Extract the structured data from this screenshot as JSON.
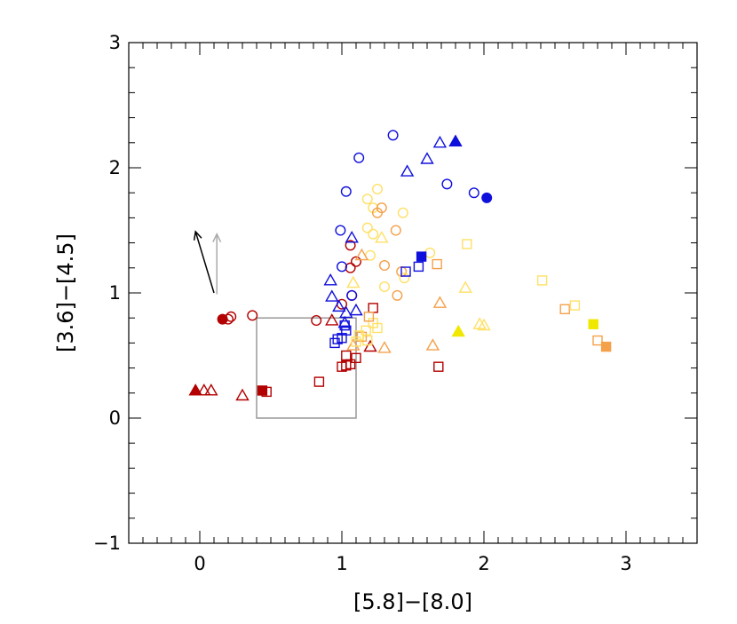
{
  "chart_data": {
    "type": "scatter",
    "xlabel": "[5.8]−[8.0]",
    "ylabel": "[3.6]−[4.5]",
    "xlim": [
      -0.5,
      3.5
    ],
    "ylim": [
      -1,
      3
    ],
    "x_ticks": [
      0,
      1,
      2,
      3
    ],
    "y_ticks": [
      -1,
      0,
      1,
      2,
      3
    ],
    "x_tick_labels": [
      "0",
      "1",
      "2",
      "3"
    ],
    "y_tick_labels": [
      "−1",
      "0",
      "1",
      "2",
      "3"
    ],
    "grid": false,
    "colors": {
      "darkred": "#b30000",
      "orange": "#f5a04a",
      "lightyellow": "#ffe066",
      "yellow": "#f0e800",
      "blue": "#1010dd",
      "box": "#999999"
    },
    "box_region": {
      "x": [
        0.4,
        1.1
      ],
      "y": [
        0.0,
        0.8
      ]
    },
    "reddening_vectors": [
      {
        "color": "#000000",
        "from": [
          0.1,
          1.0
        ],
        "to": [
          -0.03,
          1.49
        ]
      },
      {
        "color": "#aaaaaa",
        "from": [
          0.12,
          0.99
        ],
        "to": [
          0.12,
          1.47
        ]
      }
    ],
    "points": [
      {
        "x": -0.03,
        "y": 0.22,
        "shape": "triangle",
        "filled": true,
        "color": "#b30000"
      },
      {
        "x": 0.03,
        "y": 0.22,
        "shape": "triangle",
        "filled": false,
        "color": "#b30000"
      },
      {
        "x": 0.08,
        "y": 0.22,
        "shape": "triangle",
        "filled": false,
        "color": "#b30000"
      },
      {
        "x": 0.3,
        "y": 0.18,
        "shape": "triangle",
        "filled": false,
        "color": "#b30000"
      },
      {
        "x": 0.16,
        "y": 0.79,
        "shape": "circle",
        "filled": true,
        "color": "#b30000"
      },
      {
        "x": 0.2,
        "y": 0.79,
        "shape": "circle",
        "filled": false,
        "color": "#b30000"
      },
      {
        "x": 0.22,
        "y": 0.81,
        "shape": "circle",
        "filled": false,
        "color": "#b30000"
      },
      {
        "x": 0.37,
        "y": 0.82,
        "shape": "circle",
        "filled": false,
        "color": "#b30000"
      },
      {
        "x": 0.82,
        "y": 0.78,
        "shape": "circle",
        "filled": false,
        "color": "#b30000"
      },
      {
        "x": 0.44,
        "y": 0.22,
        "shape": "square",
        "filled": true,
        "color": "#b30000"
      },
      {
        "x": 0.47,
        "y": 0.21,
        "shape": "square",
        "filled": false,
        "color": "#b30000"
      },
      {
        "x": 0.84,
        "y": 0.29,
        "shape": "square",
        "filled": false,
        "color": "#b30000"
      },
      {
        "x": 1.0,
        "y": 0.41,
        "shape": "square",
        "filled": false,
        "color": "#b30000"
      },
      {
        "x": 1.03,
        "y": 0.42,
        "shape": "square",
        "filled": false,
        "color": "#b30000"
      },
      {
        "x": 1.06,
        "y": 0.43,
        "shape": "square",
        "filled": false,
        "color": "#b30000"
      },
      {
        "x": 1.03,
        "y": 0.5,
        "shape": "square",
        "filled": false,
        "color": "#b30000"
      },
      {
        "x": 1.1,
        "y": 0.48,
        "shape": "square",
        "filled": false,
        "color": "#b30000"
      },
      {
        "x": 1.22,
        "y": 0.88,
        "shape": "square",
        "filled": false,
        "color": "#b30000"
      },
      {
        "x": 1.68,
        "y": 0.41,
        "shape": "square",
        "filled": false,
        "color": "#b30000"
      },
      {
        "x": 0.93,
        "y": 0.78,
        "shape": "triangle",
        "filled": false,
        "color": "#b30000"
      },
      {
        "x": 1.2,
        "y": 0.57,
        "shape": "triangle",
        "filled": false,
        "color": "#b30000"
      },
      {
        "x": 1.06,
        "y": 1.38,
        "shape": "circle",
        "filled": false,
        "color": "#b30000"
      },
      {
        "x": 1.1,
        "y": 1.25,
        "shape": "circle",
        "filled": false,
        "color": "#b30000"
      },
      {
        "x": 1.06,
        "y": 1.2,
        "shape": "circle",
        "filled": false,
        "color": "#b30000"
      },
      {
        "x": 1.07,
        "y": 0.98,
        "shape": "circle",
        "filled": false,
        "color": "#b30000"
      },
      {
        "x": 1.0,
        "y": 0.91,
        "shape": "circle",
        "filled": false,
        "color": "#b30000"
      },
      {
        "x": 1.18,
        "y": 1.75,
        "shape": "circle",
        "filled": false,
        "color": "#ffe066"
      },
      {
        "x": 1.25,
        "y": 1.83,
        "shape": "circle",
        "filled": false,
        "color": "#ffe066"
      },
      {
        "x": 1.22,
        "y": 1.68,
        "shape": "circle",
        "filled": false,
        "color": "#ffe066"
      },
      {
        "x": 1.18,
        "y": 1.52,
        "shape": "circle",
        "filled": false,
        "color": "#ffe066"
      },
      {
        "x": 1.22,
        "y": 1.47,
        "shape": "circle",
        "filled": false,
        "color": "#ffe066"
      },
      {
        "x": 1.2,
        "y": 1.3,
        "shape": "circle",
        "filled": false,
        "color": "#ffe066"
      },
      {
        "x": 1.3,
        "y": 1.05,
        "shape": "circle",
        "filled": false,
        "color": "#ffe066"
      },
      {
        "x": 1.28,
        "y": 1.68,
        "shape": "circle",
        "filled": false,
        "color": "#f5a04a"
      },
      {
        "x": 1.25,
        "y": 1.64,
        "shape": "circle",
        "filled": false,
        "color": "#f5a04a"
      },
      {
        "x": 1.43,
        "y": 1.64,
        "shape": "circle",
        "filled": false,
        "color": "#ffe066"
      },
      {
        "x": 1.38,
        "y": 1.5,
        "shape": "circle",
        "filled": false,
        "color": "#f5a04a"
      },
      {
        "x": 1.3,
        "y": 1.22,
        "shape": "circle",
        "filled": false,
        "color": "#f5a04a"
      },
      {
        "x": 1.42,
        "y": 1.17,
        "shape": "circle",
        "filled": false,
        "color": "#f5a04a"
      },
      {
        "x": 1.44,
        "y": 1.12,
        "shape": "circle",
        "filled": false,
        "color": "#ffe066"
      },
      {
        "x": 1.39,
        "y": 0.98,
        "shape": "circle",
        "filled": false,
        "color": "#f5a04a"
      },
      {
        "x": 1.62,
        "y": 1.32,
        "shape": "circle",
        "filled": false,
        "color": "#ffe066"
      },
      {
        "x": 1.14,
        "y": 1.3,
        "shape": "triangle",
        "filled": false,
        "color": "#f5a04a"
      },
      {
        "x": 1.08,
        "y": 1.08,
        "shape": "triangle",
        "filled": false,
        "color": "#ffe066"
      },
      {
        "x": 1.28,
        "y": 1.44,
        "shape": "triangle",
        "filled": false,
        "color": "#ffe066"
      },
      {
        "x": 1.08,
        "y": 0.58,
        "shape": "triangle",
        "filled": false,
        "color": "#f5a04a"
      },
      {
        "x": 1.3,
        "y": 0.56,
        "shape": "triangle",
        "filled": false,
        "color": "#f5a04a"
      },
      {
        "x": 1.69,
        "y": 0.92,
        "shape": "triangle",
        "filled": false,
        "color": "#f5a04a"
      },
      {
        "x": 1.64,
        "y": 0.58,
        "shape": "triangle",
        "filled": false,
        "color": "#f5a04a"
      },
      {
        "x": 1.87,
        "y": 1.04,
        "shape": "triangle",
        "filled": false,
        "color": "#ffe066"
      },
      {
        "x": 1.97,
        "y": 0.75,
        "shape": "triangle",
        "filled": false,
        "color": "#ffe066"
      },
      {
        "x": 2.0,
        "y": 0.74,
        "shape": "triangle",
        "filled": false,
        "color": "#ffe066"
      },
      {
        "x": 1.82,
        "y": 0.69,
        "shape": "triangle",
        "filled": true,
        "color": "#f0e800"
      },
      {
        "x": 1.18,
        "y": 0.62,
        "shape": "square",
        "filled": false,
        "color": "#ffe066"
      },
      {
        "x": 1.14,
        "y": 0.65,
        "shape": "square",
        "filled": false,
        "color": "#f5a04a"
      },
      {
        "x": 1.17,
        "y": 0.7,
        "shape": "square",
        "filled": false,
        "color": "#ffe066"
      },
      {
        "x": 1.22,
        "y": 0.76,
        "shape": "square",
        "filled": false,
        "color": "#ffe066"
      },
      {
        "x": 1.19,
        "y": 0.81,
        "shape": "square",
        "filled": false,
        "color": "#f5a04a"
      },
      {
        "x": 1.25,
        "y": 0.72,
        "shape": "square",
        "filled": false,
        "color": "#ffe066"
      },
      {
        "x": 1.1,
        "y": 0.61,
        "shape": "square",
        "filled": false,
        "color": "#ffe066"
      },
      {
        "x": 1.12,
        "y": 0.66,
        "shape": "square",
        "filled": false,
        "color": "#ffe066"
      },
      {
        "x": 1.67,
        "y": 1.23,
        "shape": "square",
        "filled": false,
        "color": "#f5a04a"
      },
      {
        "x": 1.88,
        "y": 1.39,
        "shape": "square",
        "filled": false,
        "color": "#ffe066"
      },
      {
        "x": 2.41,
        "y": 1.1,
        "shape": "square",
        "filled": false,
        "color": "#ffe066"
      },
      {
        "x": 2.57,
        "y": 0.87,
        "shape": "square",
        "filled": false,
        "color": "#f5a04a"
      },
      {
        "x": 2.64,
        "y": 0.9,
        "shape": "square",
        "filled": false,
        "color": "#ffe066"
      },
      {
        "x": 2.77,
        "y": 0.75,
        "shape": "square",
        "filled": true,
        "color": "#f0e800"
      },
      {
        "x": 2.8,
        "y": 0.62,
        "shape": "square",
        "filled": false,
        "color": "#f5a04a"
      },
      {
        "x": 2.86,
        "y": 0.57,
        "shape": "square",
        "filled": true,
        "color": "#f5a04a"
      },
      {
        "x": 1.36,
        "y": 2.26,
        "shape": "circle",
        "filled": false,
        "color": "#1010dd"
      },
      {
        "x": 1.12,
        "y": 2.08,
        "shape": "circle",
        "filled": false,
        "color": "#1010dd"
      },
      {
        "x": 1.03,
        "y": 1.81,
        "shape": "circle",
        "filled": false,
        "color": "#1010dd"
      },
      {
        "x": 0.99,
        "y": 1.5,
        "shape": "circle",
        "filled": false,
        "color": "#1010dd"
      },
      {
        "x": 1.0,
        "y": 1.21,
        "shape": "circle",
        "filled": false,
        "color": "#1010dd"
      },
      {
        "x": 1.74,
        "y": 1.87,
        "shape": "circle",
        "filled": false,
        "color": "#1010dd"
      },
      {
        "x": 1.93,
        "y": 1.8,
        "shape": "circle",
        "filled": false,
        "color": "#1010dd"
      },
      {
        "x": 2.02,
        "y": 1.76,
        "shape": "circle",
        "filled": true,
        "color": "#1010dd"
      },
      {
        "x": 1.07,
        "y": 0.98,
        "shape": "circle",
        "filled": false,
        "color": "#1010dd"
      },
      {
        "x": 1.69,
        "y": 2.2,
        "shape": "triangle",
        "filled": false,
        "color": "#1010dd"
      },
      {
        "x": 1.8,
        "y": 2.21,
        "shape": "triangle",
        "filled": true,
        "color": "#1010dd"
      },
      {
        "x": 1.6,
        "y": 2.07,
        "shape": "triangle",
        "filled": false,
        "color": "#1010dd"
      },
      {
        "x": 1.46,
        "y": 1.97,
        "shape": "triangle",
        "filled": false,
        "color": "#1010dd"
      },
      {
        "x": 1.07,
        "y": 1.44,
        "shape": "triangle",
        "filled": false,
        "color": "#1010dd"
      },
      {
        "x": 0.92,
        "y": 1.1,
        "shape": "triangle",
        "filled": false,
        "color": "#1010dd"
      },
      {
        "x": 0.93,
        "y": 0.97,
        "shape": "triangle",
        "filled": false,
        "color": "#1010dd"
      },
      {
        "x": 0.98,
        "y": 0.89,
        "shape": "triangle",
        "filled": false,
        "color": "#1010dd"
      },
      {
        "x": 1.03,
        "y": 0.84,
        "shape": "triangle",
        "filled": false,
        "color": "#1010dd"
      },
      {
        "x": 1.1,
        "y": 0.86,
        "shape": "triangle",
        "filled": false,
        "color": "#1010dd"
      },
      {
        "x": 1.02,
        "y": 0.76,
        "shape": "triangle",
        "filled": false,
        "color": "#1010dd"
      },
      {
        "x": 0.95,
        "y": 0.6,
        "shape": "square",
        "filled": false,
        "color": "#1010dd"
      },
      {
        "x": 0.97,
        "y": 0.63,
        "shape": "square",
        "filled": false,
        "color": "#1010dd"
      },
      {
        "x": 1.0,
        "y": 0.64,
        "shape": "square",
        "filled": false,
        "color": "#1010dd"
      },
      {
        "x": 1.03,
        "y": 0.7,
        "shape": "square",
        "filled": false,
        "color": "#1010dd"
      },
      {
        "x": 1.02,
        "y": 0.74,
        "shape": "square",
        "filled": false,
        "color": "#1010dd"
      },
      {
        "x": 1.54,
        "y": 1.21,
        "shape": "square",
        "filled": false,
        "color": "#1010dd"
      },
      {
        "x": 1.45,
        "y": 1.17,
        "shape": "square",
        "filled": false,
        "color": "#1010dd"
      },
      {
        "x": 1.56,
        "y": 1.29,
        "shape": "square",
        "filled": true,
        "color": "#1010dd"
      }
    ]
  }
}
